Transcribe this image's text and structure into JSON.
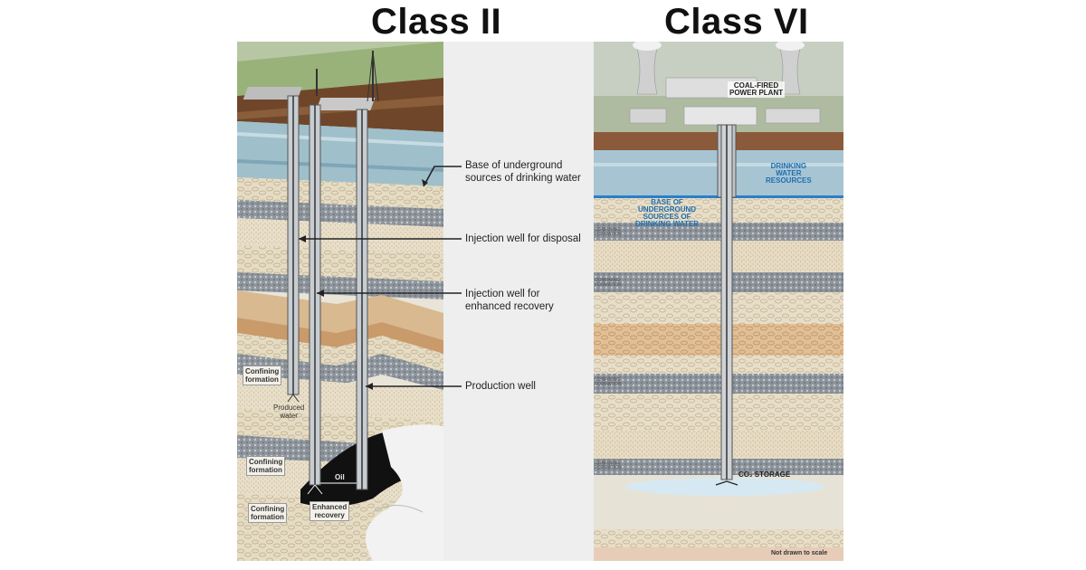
{
  "titles": {
    "left": "Class II",
    "right": "Class VI"
  },
  "class_ii": {
    "callouts": {
      "usdw_line1": "Base of underground",
      "usdw_line2": "sources of drinking water",
      "disposal": "Injection well for disposal",
      "recovery_line1": "Injection well for",
      "recovery_line2": "enhanced recovery",
      "production": "Production well"
    },
    "labels": {
      "confining_1_line1": "Confining",
      "confining_1_line2": "formation",
      "produced_line1": "Produced",
      "produced_line2": "water",
      "confining_2_line1": "Confining",
      "confining_2_line2": "formation",
      "oil": "Oil",
      "confining_3_line1": "Confining",
      "confining_3_line2": "formation",
      "enhanced_line1": "Enhanced",
      "enhanced_line2": "recovery"
    }
  },
  "class_vi": {
    "power_plant_line1": "COAL-FIRED",
    "power_plant_line2": "POWER PLANT",
    "drinking_line1": "DRINKING",
    "drinking_line2": "WATER",
    "drinking_line3": "RESOURCES",
    "usdw_line1": "BASE OF",
    "usdw_line2": "UNDERGROUND",
    "usdw_line3": "SOURCES OF",
    "usdw_line4": "DRINKING WATER",
    "confining_line1": "CONFINING",
    "confining_line2": "FORMATION",
    "co2_storage": "CO₂ STORAGE",
    "scale_note": "Not drawn to scale"
  },
  "colors": {
    "water": "#8fb8c9",
    "sand": "#e3d7bb",
    "gravel": "#9aa0a6",
    "soil": "#7a4e2e",
    "grass": "#8aa86a",
    "oil": "#111111",
    "pipe": "#cfd3d6",
    "usdw_line": "#2a7fc9"
  }
}
